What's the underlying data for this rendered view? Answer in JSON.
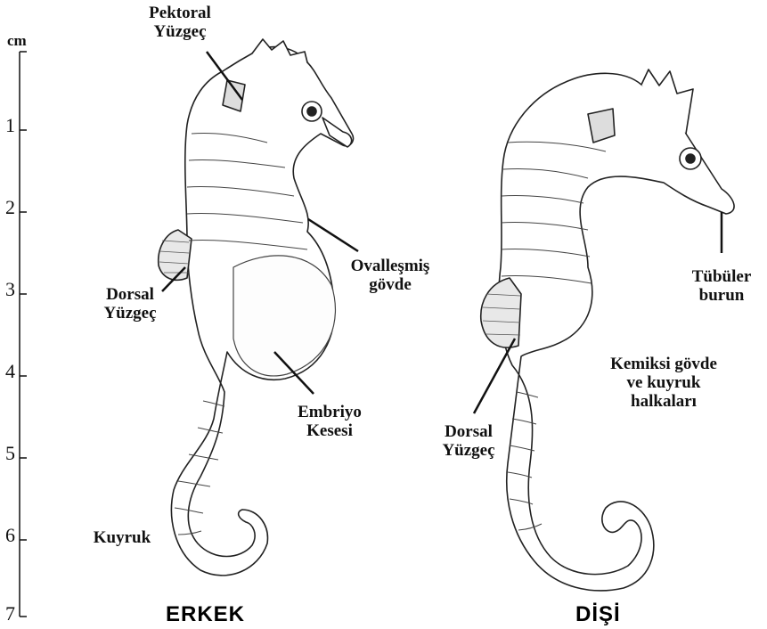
{
  "scale": {
    "unit": "cm",
    "ticks": [
      "1",
      "2",
      "3",
      "4",
      "5",
      "6",
      "7"
    ]
  },
  "male": {
    "title": "ERKEK",
    "labels": {
      "pectoral_fin": [
        "Pektoral",
        "Yüzgeç"
      ],
      "oval_body": [
        "Ovalleşmiş",
        "gövde"
      ],
      "dorsal_fin": [
        "Dorsal",
        "Yüzgeç"
      ],
      "brood_pouch": [
        "Embriyo",
        "Kesesi"
      ],
      "tail": "Kuyruk"
    }
  },
  "female": {
    "title": "DİŞİ",
    "labels": {
      "tubular_snout": [
        "Tübüler",
        "burun"
      ],
      "bony_rings": [
        "Kemiksi gövde",
        "ve kuyruk",
        "halkaları"
      ],
      "dorsal_fin": [
        "Dorsal",
        "Yüzgeç"
      ]
    }
  },
  "colors": {
    "ink": "#111111",
    "background": "#ffffff"
  }
}
